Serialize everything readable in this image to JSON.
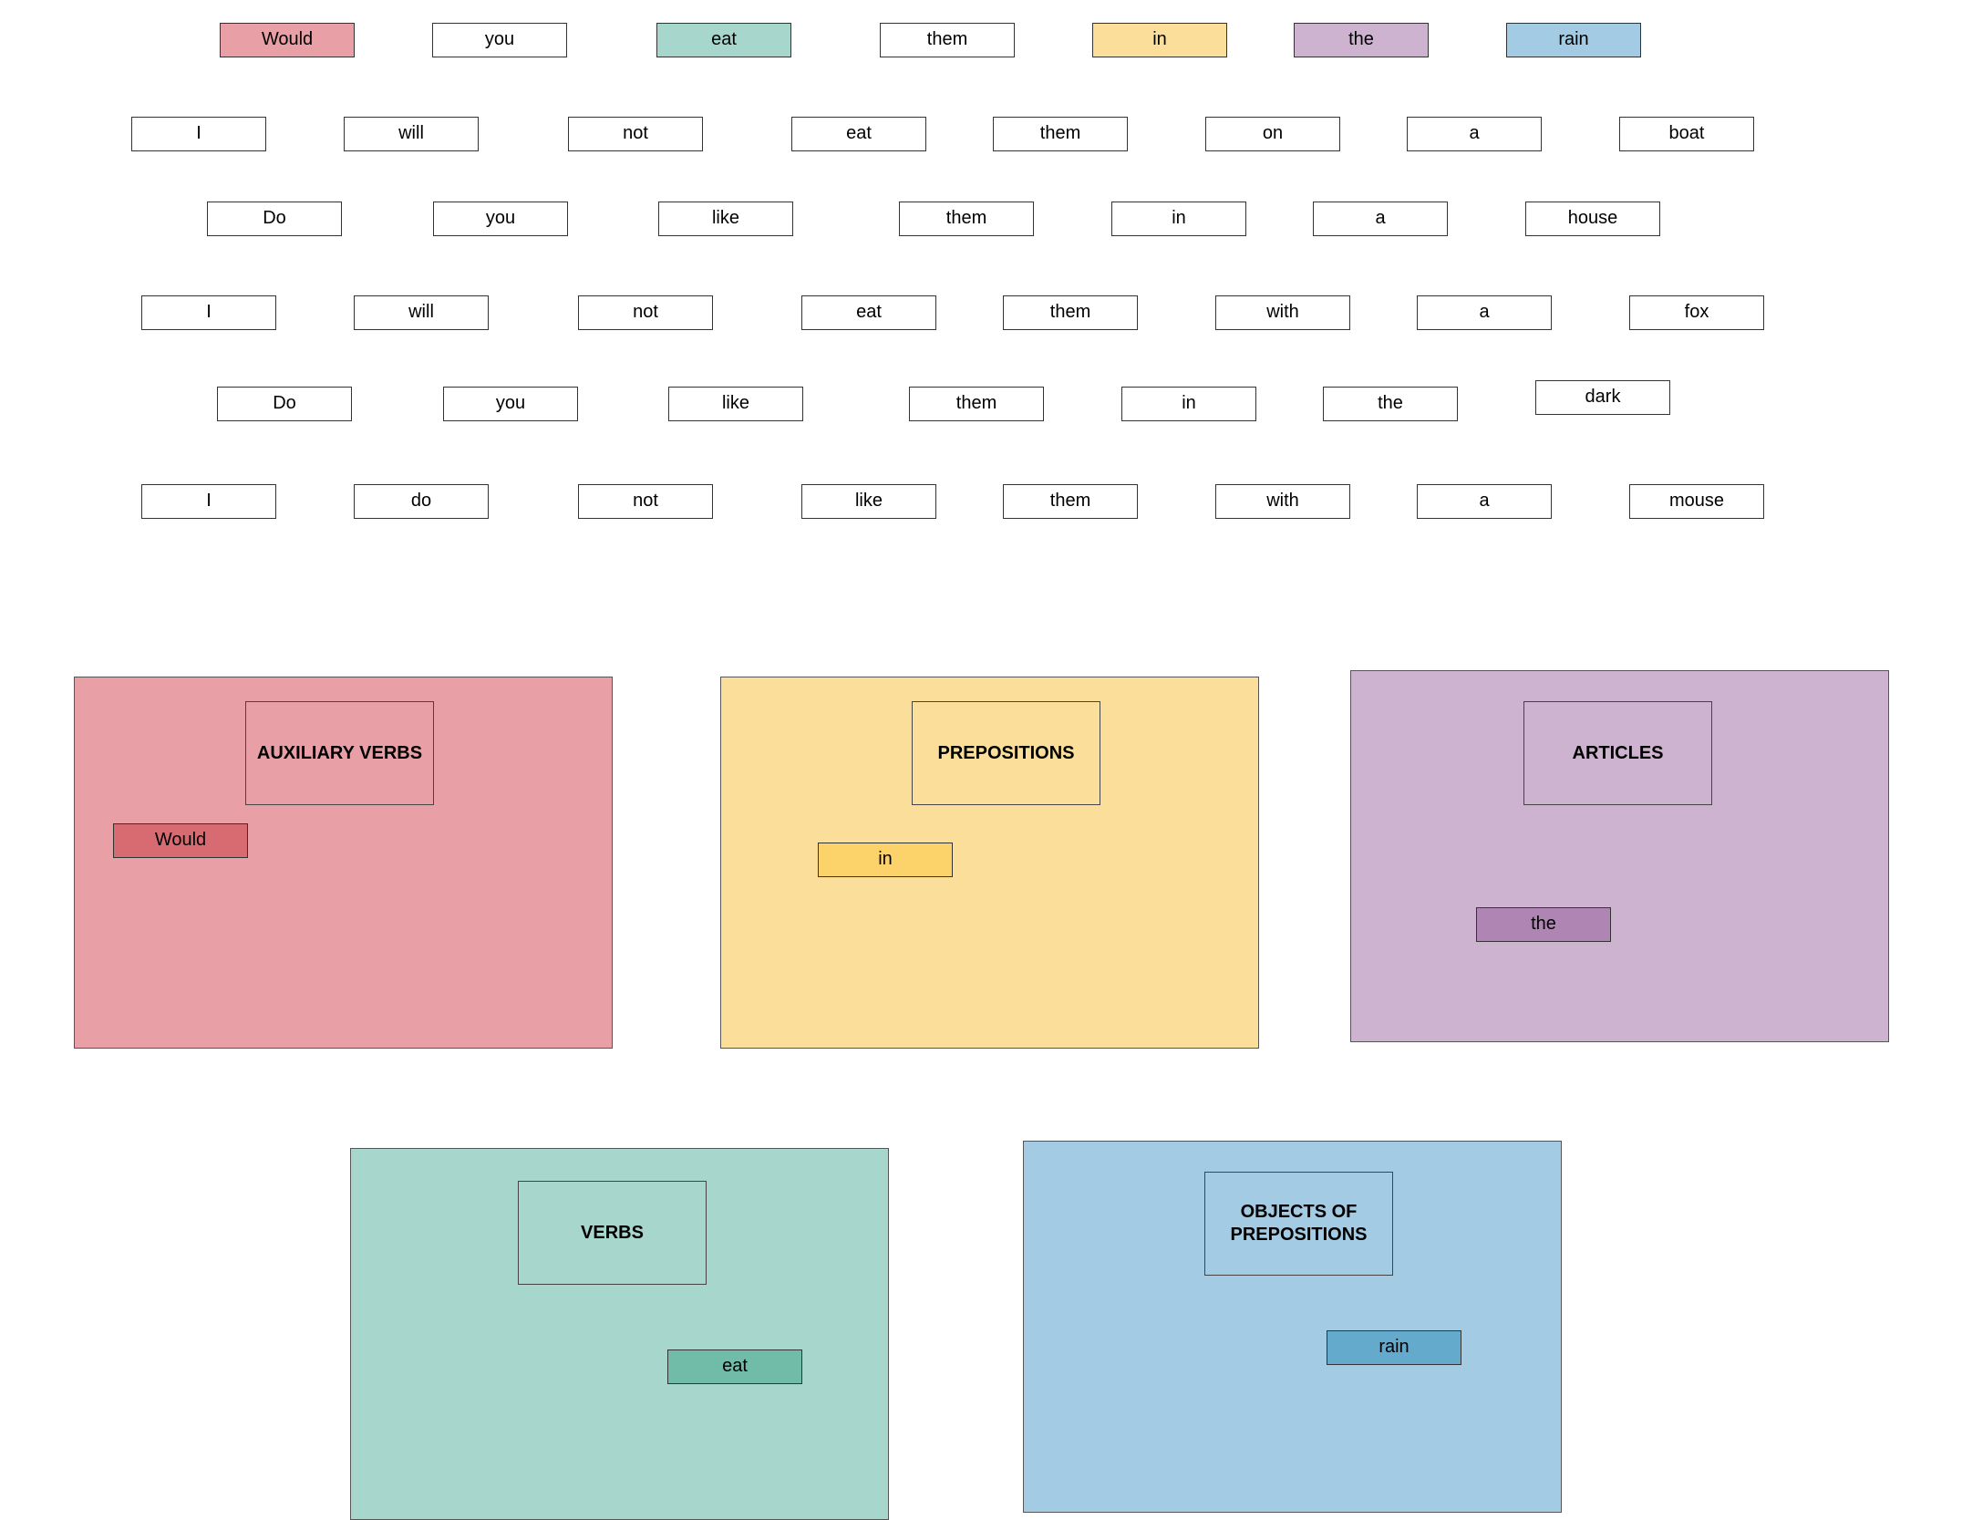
{
  "colors": {
    "auxiliary_verbs": "#e8a0a6",
    "prepositions": "#fbde99",
    "articles": "#cdb3cf",
    "verbs": "#a7d7cc",
    "objects_of_prepositions": "#a3cbe3"
  },
  "sentences": [
    [
      "Would",
      "you",
      "eat",
      "them",
      "in",
      "the",
      "rain"
    ],
    [
      "I",
      "will",
      "not",
      "eat",
      "them",
      "on",
      "a",
      "boat"
    ],
    [
      "Do",
      "you",
      "like",
      "them",
      "in",
      "a",
      "house"
    ],
    [
      "I",
      "will",
      "not",
      "eat",
      "them",
      "with",
      "a",
      "fox"
    ],
    [
      "Do",
      "you",
      "like",
      "them",
      "in",
      "the",
      "dark"
    ],
    [
      "I",
      "do",
      "not",
      "like",
      "them",
      "with",
      "a",
      "mouse"
    ]
  ],
  "categories": {
    "auxiliary_verbs": {
      "title": "AUXILIARY VERBS",
      "words": [
        "Would"
      ]
    },
    "prepositions": {
      "title": "PREPOSITIONS",
      "words": [
        "in"
      ]
    },
    "articles": {
      "title": "ARTICLES",
      "words": [
        "the"
      ]
    },
    "verbs": {
      "title": "VERBS",
      "words": [
        "eat"
      ]
    },
    "objects_of_prepositions": {
      "title": "OBJECTS OF PREPOSITIONS",
      "words": [
        "rain"
      ]
    }
  }
}
